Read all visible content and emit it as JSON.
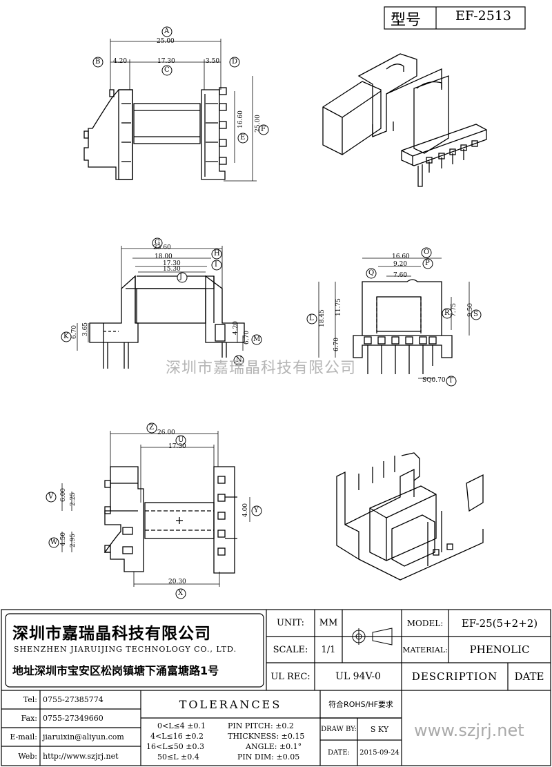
{
  "title_block": {
    "label": "型号",
    "value": "EF-2513"
  },
  "views": {
    "top": {
      "dims": {
        "A": "25.00",
        "B": "4.20",
        "C": "17.30",
        "D": "3.50",
        "E": "16.60",
        "F": "25.00"
      },
      "letters": [
        "A",
        "B",
        "C",
        "D",
        "E",
        "F"
      ]
    },
    "front": {
      "dims": {
        "G": "23.60",
        "H": "18.00",
        "I": "17.30",
        "J": "15.30",
        "K": "6.70",
        "K2": "3.65",
        "M": "6.70",
        "M2": "4.20"
      },
      "letters": [
        "G",
        "H",
        "I",
        "J",
        "K",
        "M",
        "N"
      ]
    },
    "side": {
      "dims": {
        "O": "16.60",
        "P": "9.20",
        "Q": "7.60",
        "L": "18.45",
        "L1": "11.75",
        "L2": "6.70",
        "R": "7.75",
        "S": "9.50",
        "T": "SQ0.70"
      },
      "letters": [
        "O",
        "P",
        "Q",
        "L",
        "R",
        "S",
        "T"
      ]
    },
    "bottom": {
      "dims": {
        "Z": "26.00",
        "U": "17.30",
        "V": "6.00",
        "V2": "2.25",
        "Y": "4.00",
        "W": "4.50",
        "W2": "2.95",
        "X": "20.30"
      },
      "letters": [
        "Z",
        "U",
        "V",
        "Y",
        "W",
        "X"
      ]
    }
  },
  "watermark": "深圳市嘉瑞晶科技有限公司",
  "company": {
    "name_cn": "深圳市嘉瑞晶科技有限公司",
    "name_en": "SHENZHEN JIARUIJING TECHNOLOGY CO., LTD.",
    "address": "地址深圳市宝安区松岗镇塘下涌富塘路1号"
  },
  "spec": {
    "unit_label": "UNIT:",
    "unit_value": "MM",
    "scale_label": "SCALE:",
    "scale_value": "1/1",
    "ulrec_label": "UL REC:",
    "ulrec_value": "UL 94V-0",
    "model_label": "MODEL:",
    "model_value": "EF-25(5+2+2)",
    "material_label": "MATERIAL:",
    "material_value": "PHENOLIC",
    "description_label": "DESCRIPTION",
    "date_label": "DATE"
  },
  "contact": [
    {
      "label": "Tel:",
      "value": "0755-27385774"
    },
    {
      "label": "Fax:",
      "value": "0755-27349660"
    },
    {
      "label": "E-mail:",
      "value": "jiaruixin@aliyun.com"
    },
    {
      "label": "Web:",
      "value": "http://www.szjrj.net"
    }
  ],
  "tolerances": {
    "title": "TOLERANCES",
    "rohs": "符合ROHS/HF要求",
    "ranges": [
      "0<L≤4 ±0.1",
      "4<L≤16 ±0.2",
      "16<L≤50 ±0.3",
      "50≤L ±0.4"
    ],
    "pins": [
      "PIN PITCH: ±0.2",
      "THICKNESS: ±0.15",
      "ANGLE: ±0.1°",
      "PIN DIM: ±0.05"
    ]
  },
  "approval": {
    "draw_label": "DRAW BY:",
    "draw_value": "S KY",
    "date_label": "DATE:",
    "date_value": "2015-09-24",
    "website": "www.szjrj.net"
  }
}
